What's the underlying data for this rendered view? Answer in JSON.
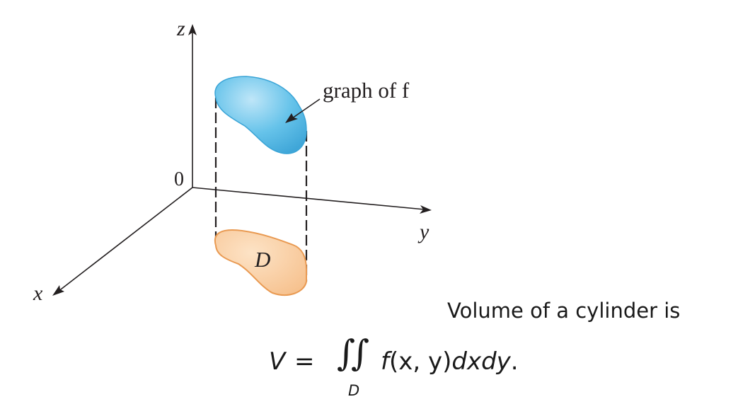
{
  "diagram": {
    "axes": {
      "z_label": "z",
      "y_label": "y",
      "x_label": "x",
      "origin_label": "0"
    },
    "surface_label": "graph of f",
    "region_label": "D",
    "colors": {
      "surface_fill": "#5dbfe8",
      "surface_stroke": "#3aa4d6",
      "region_fill": "#f7c896",
      "region_stroke": "#e99a52",
      "axis": "#231f20",
      "text": "#231f20"
    }
  },
  "caption": "Volume of a cylinder is",
  "formula": {
    "lhs": "V",
    "equals": "=",
    "integral_symbol": "∫",
    "subscript": "D",
    "integrand_f": "f",
    "integrand_args": "(x, y)",
    "differentials": "dxdy",
    "terminator": "."
  }
}
